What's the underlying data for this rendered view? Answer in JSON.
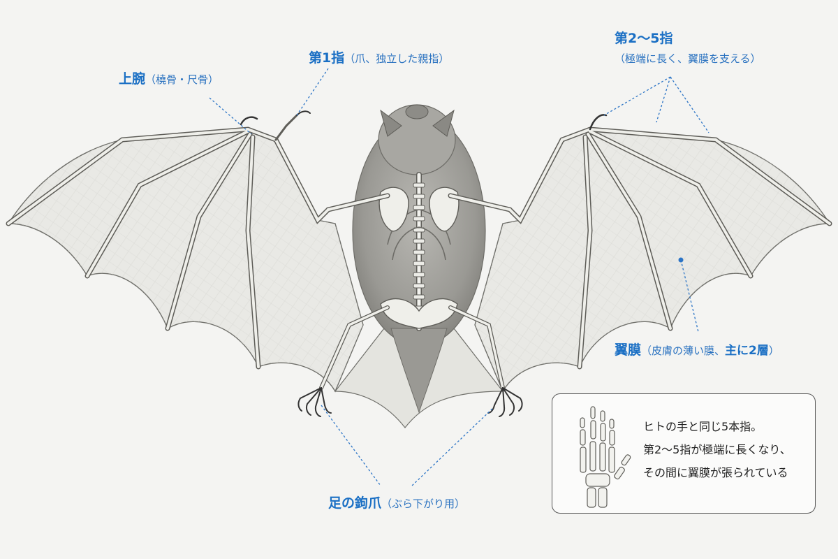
{
  "labels": {
    "upper_arm": {
      "main": "上腕",
      "sub": "（橈骨・尺骨）"
    },
    "first_finger": {
      "main": "第1指",
      "sub": "（爪、独立した親指）"
    },
    "fingers_2_5": {
      "main": "第2〜5指",
      "sub": "（極端に長く、翼膜を支える）"
    },
    "membrane": {
      "main": "翼膜",
      "sub": "（皮膚の薄い膜、",
      "emph": "主に2層",
      "close": "）"
    },
    "foot_claw": {
      "main": "足の鉤爪",
      "sub": "（ぶら下がり用）"
    }
  },
  "info_box": {
    "lines": [
      "ヒトの手と同じ5本指。",
      "第2〜5指が極端に長くなり、",
      "その間に翼膜が張られている"
    ]
  },
  "colors": {
    "accent": "#1a6fc4",
    "bone": "#efefea",
    "membrane": "#e9e9e5",
    "fur": "#8f8e89"
  }
}
